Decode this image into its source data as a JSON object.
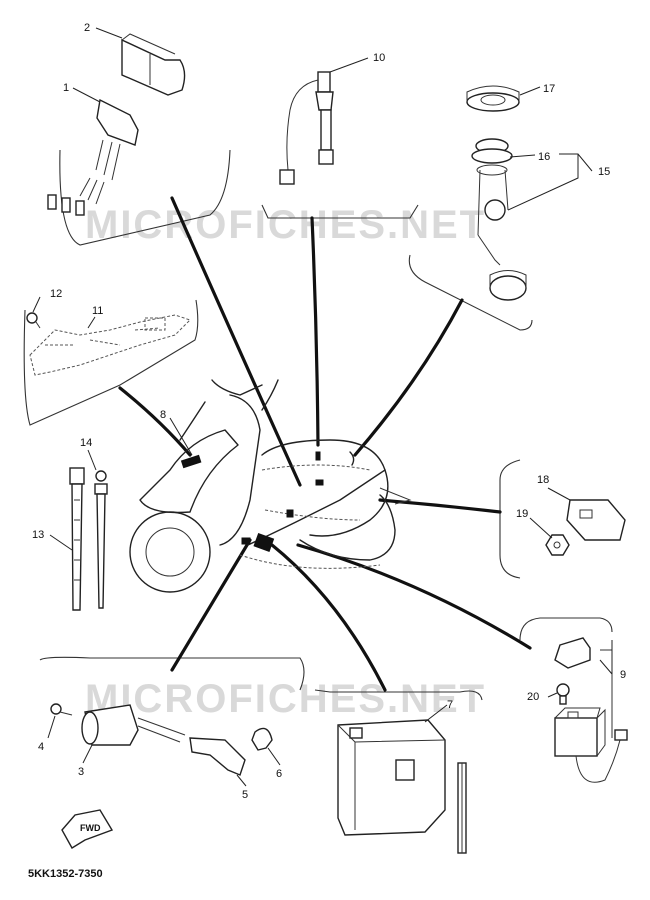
{
  "diagram": {
    "code": "5KK1352-7350",
    "watermark": "MICROFICHES.NET",
    "fwd_label": "FWD",
    "callouts": [
      {
        "id": "c1",
        "text": "1"
      },
      {
        "id": "c2",
        "text": "2"
      },
      {
        "id": "c3",
        "text": "3"
      },
      {
        "id": "c4",
        "text": "4"
      },
      {
        "id": "c5",
        "text": "5"
      },
      {
        "id": "c6",
        "text": "6"
      },
      {
        "id": "c7",
        "text": "7"
      },
      {
        "id": "c8",
        "text": "8"
      },
      {
        "id": "c9",
        "text": "9"
      },
      {
        "id": "c10",
        "text": "10"
      },
      {
        "id": "c11",
        "text": "11"
      },
      {
        "id": "c12",
        "text": "12"
      },
      {
        "id": "c13",
        "text": "13"
      },
      {
        "id": "c14",
        "text": "14"
      },
      {
        "id": "c15",
        "text": "15"
      },
      {
        "id": "c16",
        "text": "16"
      },
      {
        "id": "c17",
        "text": "17"
      },
      {
        "id": "c18",
        "text": "18"
      },
      {
        "id": "c19",
        "text": "19"
      },
      {
        "id": "c20",
        "text": "20"
      }
    ]
  }
}
